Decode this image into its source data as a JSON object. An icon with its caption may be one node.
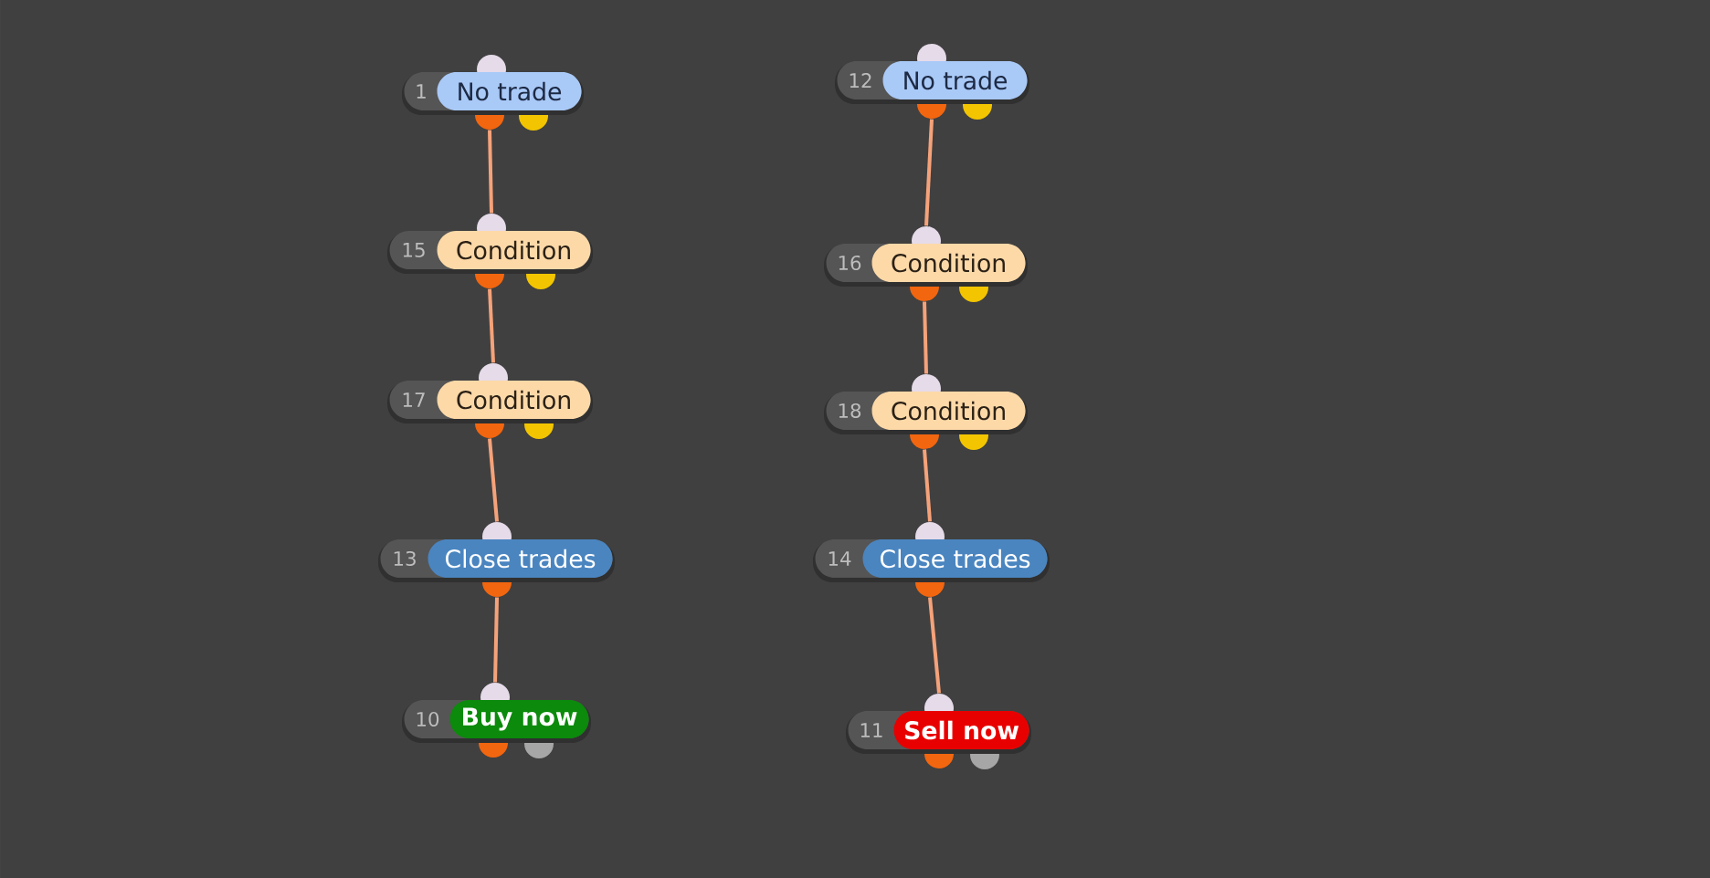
{
  "diagram": {
    "nodes": [
      {
        "text": [
          "1",
          "No trade"
        ]
      },
      {
        "text": [
          "15",
          "Condition"
        ]
      },
      {
        "text": [
          "17",
          "Condition"
        ]
      },
      {
        "text": [
          "13",
          "Close trades"
        ]
      },
      {
        "text": [
          "10",
          "Buy now"
        ]
      },
      {
        "text": [
          "12",
          "No trade"
        ]
      },
      {
        "text": [
          "16",
          "Condition"
        ]
      },
      {
        "text": [
          "18",
          "Condition"
        ]
      },
      {
        "text": [
          "14",
          "Close trades"
        ]
      },
      {
        "text": [
          "11",
          "Sell now"
        ]
      }
    ],
    "edges": [
      {
        "from": 0,
        "to": 1,
        "arrow": "none"
      },
      {
        "from": 1,
        "to": 2,
        "arrow": "none"
      },
      {
        "from": 2,
        "to": 3,
        "arrow": "none"
      },
      {
        "from": 3,
        "to": 4,
        "arrow": "none"
      },
      {
        "from": 5,
        "to": 6,
        "arrow": "none"
      },
      {
        "from": 6,
        "to": 7,
        "arrow": "none"
      },
      {
        "from": 7,
        "to": 8,
        "arrow": "none"
      },
      {
        "from": 8,
        "to": 9,
        "arrow": "none"
      }
    ]
  }
}
